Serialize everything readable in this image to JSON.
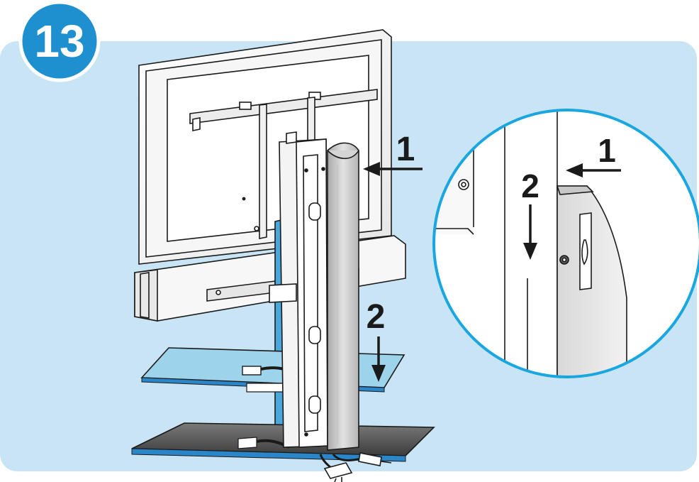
{
  "step": {
    "number": "13"
  },
  "main_callouts": {
    "arrow_1": "1",
    "arrow_2": "2"
  },
  "zoom_callouts": {
    "arrow_1": "1",
    "arrow_2": "2"
  },
  "colors": {
    "panel_bg": "#c9e5f5",
    "badge": "#1f90cf",
    "zoom_border": "#1aa6e0",
    "glass": "#9ed3ec",
    "glass_edge": "#2a86c8",
    "dark_glass": "#5a5a5a",
    "line": "#1a1a1a"
  }
}
